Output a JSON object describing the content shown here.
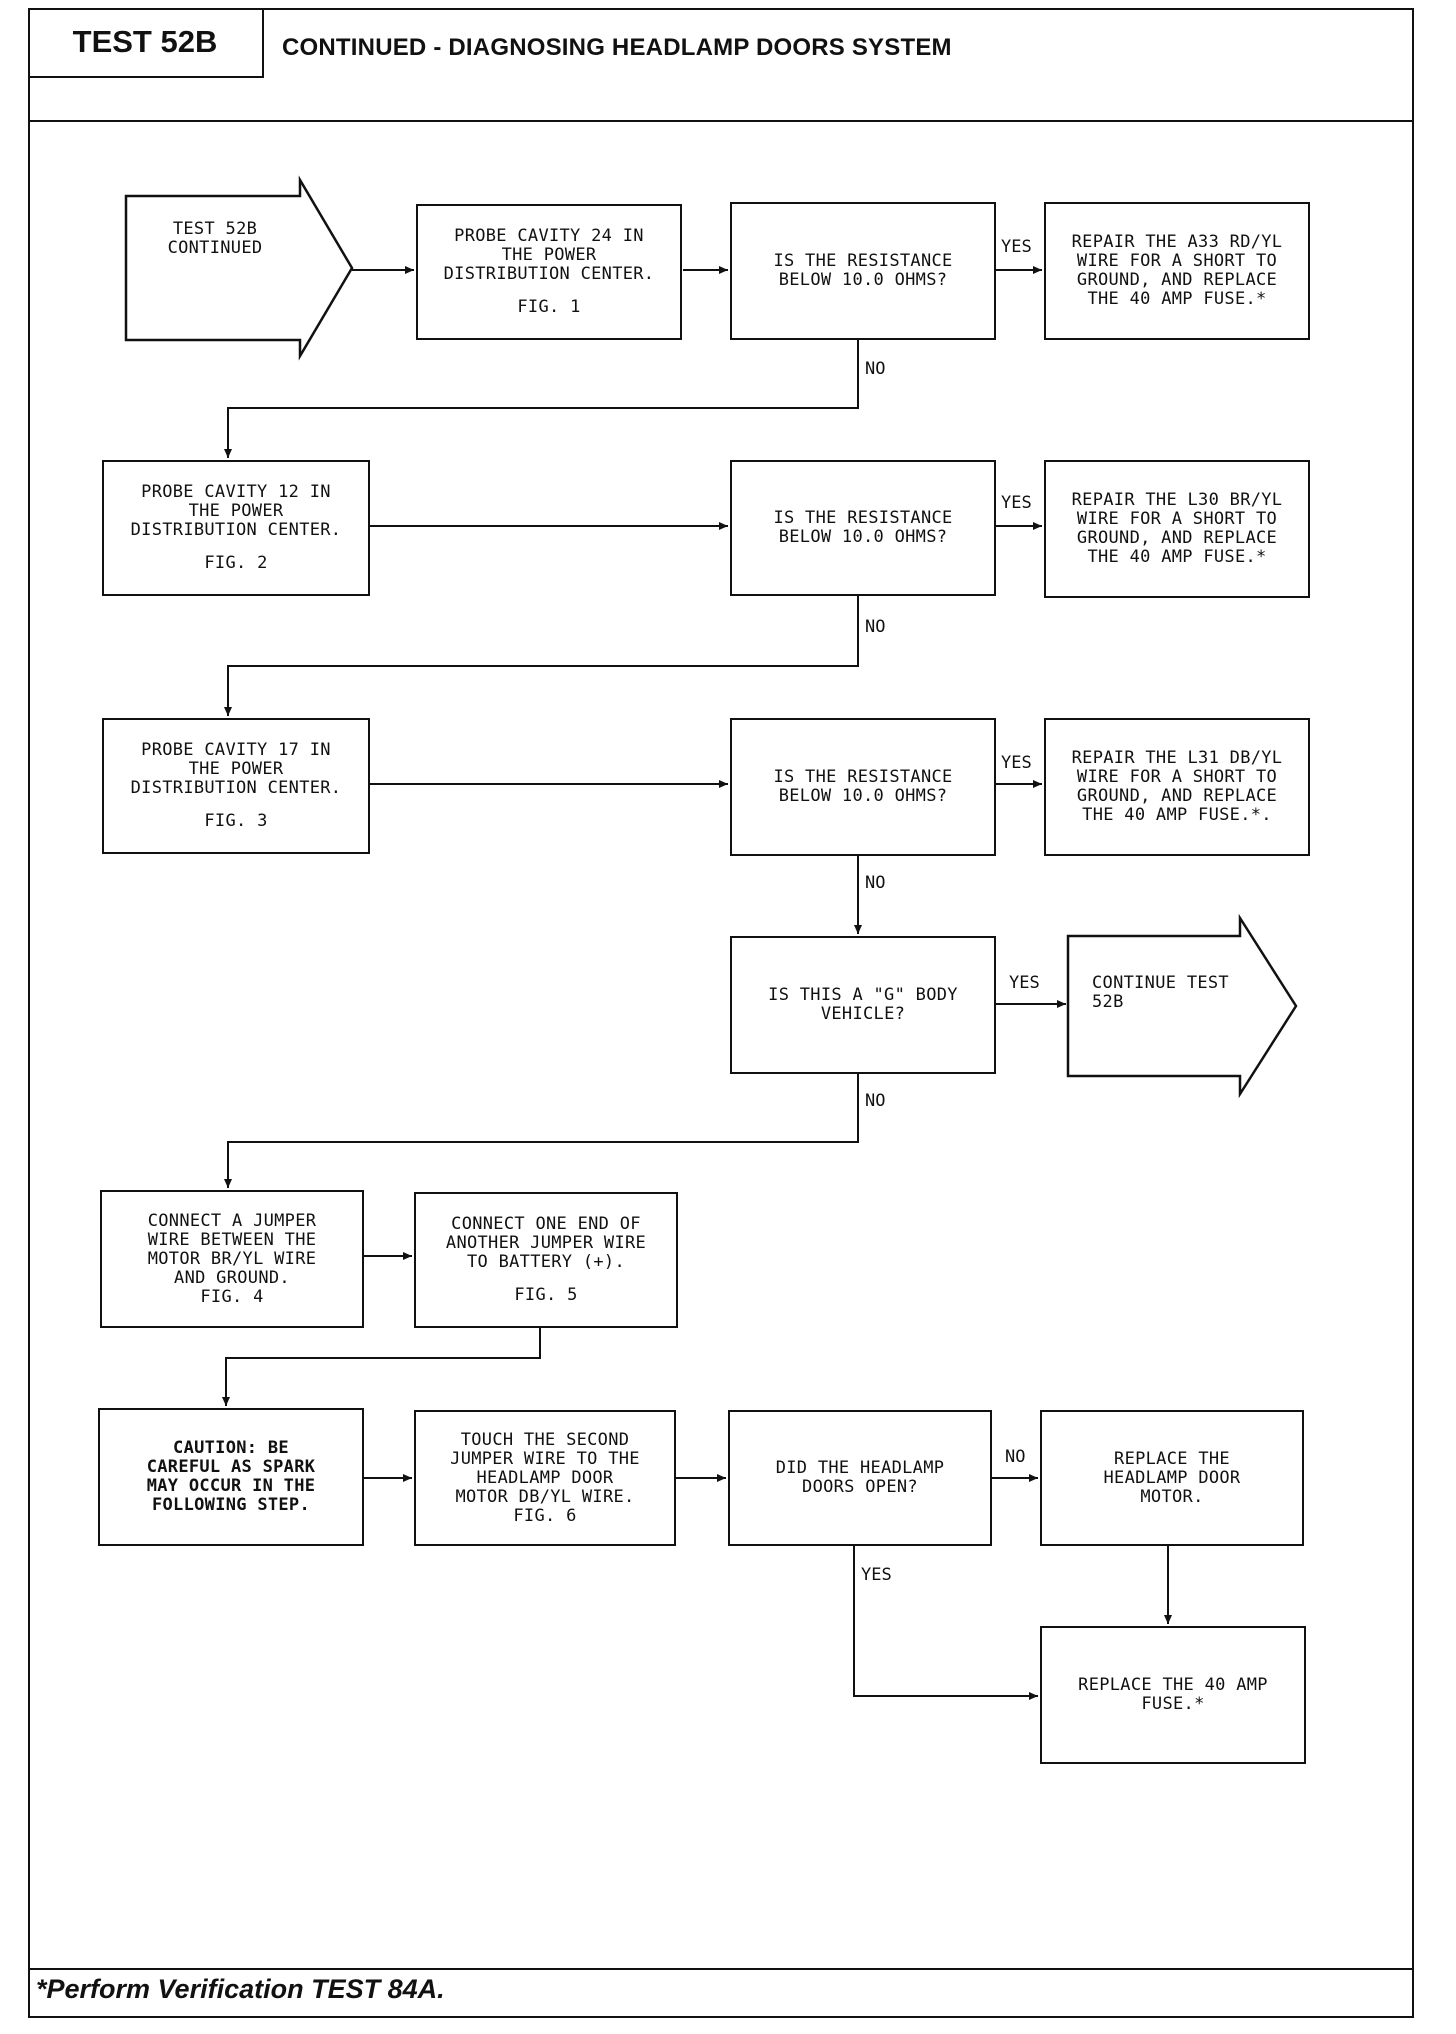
{
  "header": {
    "test_id": "TEST 52B",
    "title": "CONTINUED - DIAGNOSING HEADLAMP DOORS SYSTEM"
  },
  "footer": {
    "note": "*Perform Verification TEST 84A."
  },
  "flow": {
    "start": [
      "TEST 52B",
      "CONTINUED"
    ],
    "probe24": [
      "PROBE CAVITY 24 IN",
      "THE POWER",
      "DISTRIBUTION CENTER."
    ],
    "probe24_fig": "FIG. 1",
    "q1": [
      "IS THE RESISTANCE",
      "BELOW 10.0 OHMS?"
    ],
    "r1": [
      "REPAIR THE A33 RD/YL",
      "WIRE FOR A SHORT TO",
      "GROUND, AND REPLACE",
      "THE 40 AMP FUSE.*"
    ],
    "probe12": [
      "PROBE CAVITY 12 IN",
      "THE POWER",
      "DISTRIBUTION CENTER."
    ],
    "probe12_fig": "FIG. 2",
    "q2": [
      "IS THE RESISTANCE",
      "BELOW 10.0 OHMS?"
    ],
    "r2": [
      "REPAIR THE L30 BR/YL",
      "WIRE FOR A SHORT TO",
      "GROUND, AND REPLACE",
      "THE 40 AMP FUSE.*"
    ],
    "probe17": [
      "PROBE CAVITY 17 IN",
      "THE POWER",
      "DISTRIBUTION CENTER."
    ],
    "probe17_fig": "FIG. 3",
    "q3": [
      "IS THE RESISTANCE",
      "BELOW 10.0 OHMS?"
    ],
    "r3": [
      "REPAIR THE L31 DB/YL",
      "WIRE FOR A SHORT TO",
      "GROUND, AND REPLACE",
      "THE 40 AMP FUSE.*."
    ],
    "q4": [
      "IS THIS A \"G\" BODY",
      "VEHICLE?"
    ],
    "continue": [
      "CONTINUE TEST",
      "52B"
    ],
    "jumper1": [
      "CONNECT A JUMPER",
      "WIRE BETWEEN THE",
      "MOTOR BR/YL WIRE",
      "AND GROUND.",
      "FIG. 4"
    ],
    "jumper2": [
      "CONNECT ONE END OF",
      "ANOTHER JUMPER WIRE",
      "TO BATTERY (+)."
    ],
    "jumper2_fig": "FIG. 5",
    "caution": [
      "CAUTION:  BE",
      "CAREFUL AS SPARK",
      "MAY OCCUR IN THE",
      "FOLLOWING STEP."
    ],
    "touch": [
      "TOUCH THE SECOND",
      "JUMPER WIRE TO THE",
      "HEADLAMP DOOR",
      "MOTOR DB/YL WIRE.",
      "FIG. 6"
    ],
    "q5": [
      "DID THE HEADLAMP",
      "DOORS OPEN?"
    ],
    "replace_motor": [
      "REPLACE THE",
      "HEADLAMP DOOR",
      "MOTOR."
    ],
    "replace_fuse": [
      "REPLACE THE 40 AMP",
      "FUSE.*"
    ]
  },
  "labels": {
    "yes": "YES",
    "no": "NO"
  }
}
